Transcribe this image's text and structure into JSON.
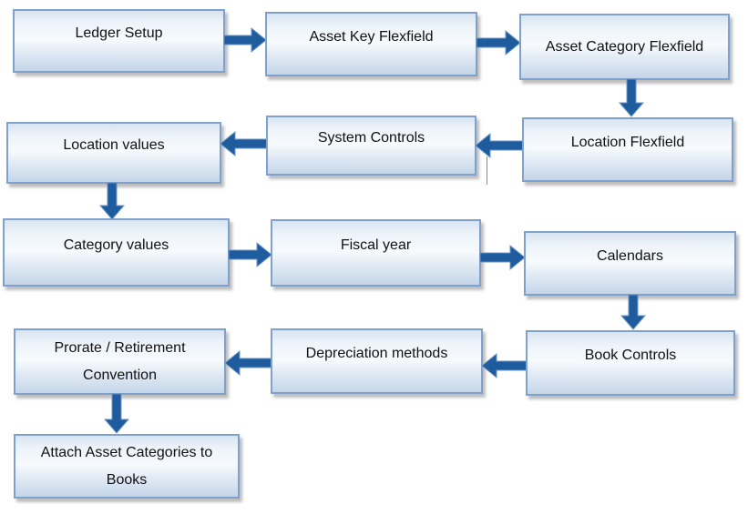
{
  "diagram": {
    "type": "flowchart",
    "boxes": [
      {
        "id": "ledger-setup",
        "label": "Ledger Setup"
      },
      {
        "id": "asset-key-flexfield",
        "label": "Asset Key Flexfield"
      },
      {
        "id": "asset-category-flexfield",
        "label": "Asset Category Flexfield"
      },
      {
        "id": "location-values",
        "label": "Location values"
      },
      {
        "id": "system-controls",
        "label": "System Controls"
      },
      {
        "id": "location-flexfield",
        "label": "Location Flexfield"
      },
      {
        "id": "category-values",
        "label": "Category values"
      },
      {
        "id": "fiscal-year",
        "label": "Fiscal year"
      },
      {
        "id": "calendars",
        "label": "Calendars"
      },
      {
        "id": "prorate-retirement-convention",
        "label": "Prorate / Retirement Convention"
      },
      {
        "id": "depreciation-methods",
        "label": "Depreciation methods"
      },
      {
        "id": "book-controls",
        "label": "Book Controls"
      },
      {
        "id": "attach-asset-categories-to-books",
        "label": "Attach Asset Categories to Books"
      }
    ],
    "edges": [
      {
        "from": "ledger-setup",
        "to": "asset-key-flexfield",
        "direction": "right"
      },
      {
        "from": "asset-key-flexfield",
        "to": "asset-category-flexfield",
        "direction": "right"
      },
      {
        "from": "asset-category-flexfield",
        "to": "location-flexfield",
        "direction": "down"
      },
      {
        "from": "location-flexfield",
        "to": "system-controls",
        "direction": "left"
      },
      {
        "from": "system-controls",
        "to": "location-values",
        "direction": "left"
      },
      {
        "from": "location-values",
        "to": "category-values",
        "direction": "down"
      },
      {
        "from": "category-values",
        "to": "fiscal-year",
        "direction": "right"
      },
      {
        "from": "fiscal-year",
        "to": "calendars",
        "direction": "right"
      },
      {
        "from": "calendars",
        "to": "book-controls",
        "direction": "down"
      },
      {
        "from": "book-controls",
        "to": "depreciation-methods",
        "direction": "left"
      },
      {
        "from": "depreciation-methods",
        "to": "prorate-retirement-convention",
        "direction": "left"
      },
      {
        "from": "prorate-retirement-convention",
        "to": "attach-asset-categories-to-books",
        "direction": "down"
      }
    ],
    "colors": {
      "box_border": "#7ea2cc",
      "box_fill_top": "#d9e4f1",
      "box_fill_middle": "#f7fafd",
      "box_fill_bottom": "#c5d6e9",
      "arrow": "#1f5c9e",
      "text": "#111111",
      "background": "#ffffff"
    }
  }
}
